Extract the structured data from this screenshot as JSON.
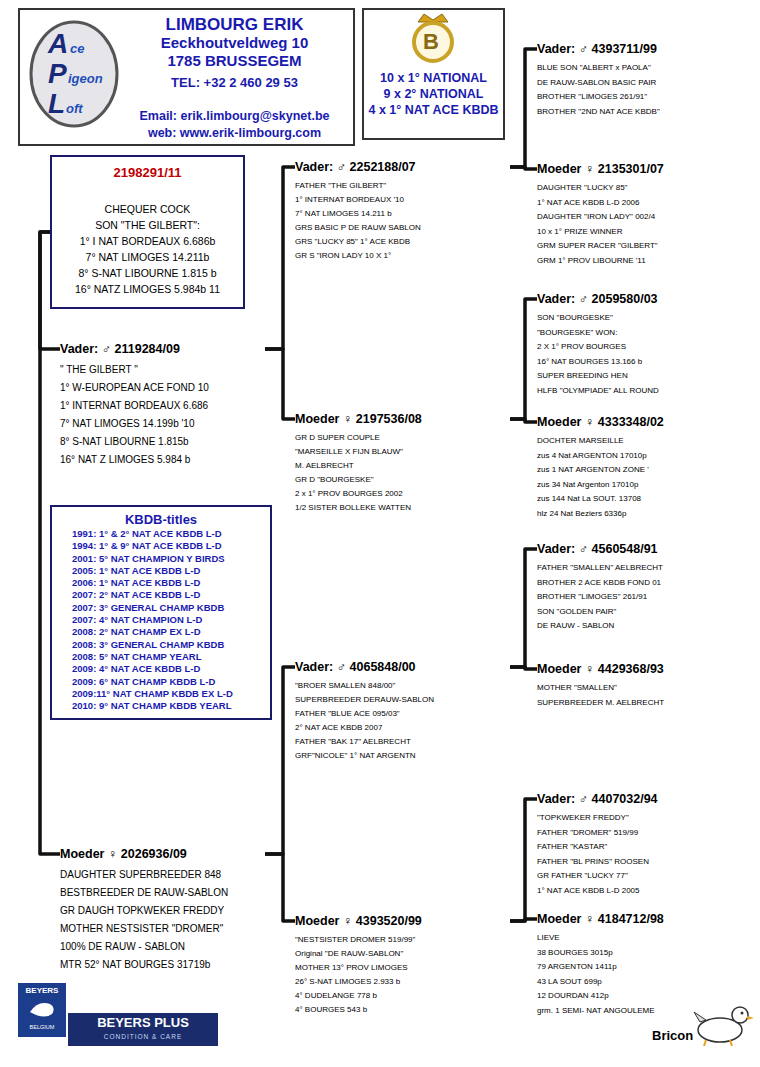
{
  "diagram": {
    "nodes": [
      {
        "text": [
          "LIMBOURG ERIK",
          "Eeckhoutveldweg 10",
          "1785 BRUSSEGEM",
          "TEL: +32 2 460 29 53",
          "Email: erik.limbourg@skynet.be",
          "web: www.erik-limbourg.com"
        ]
      },
      {
        "text": [
          "A",
          "ce",
          "P",
          "igeon",
          "L",
          "oft"
        ],
        "in": 0
      },
      {
        "text": [
          "10 x 1° NATIONAL",
          "9 x 2° NATIONAL",
          "4 x 1° NAT ACE KBDB"
        ]
      },
      {
        "text": [
          "2198291/11",
          "CHEQUER COCK",
          "SON \"THE GILBERT\":",
          "1° I NAT BORDEAUX 6.686b",
          "7° NAT LIMOGES 14.211b",
          "8° S-NAT LIBOURNE 1.815 b",
          "16° NATZ LIMOGES 5.984b 11"
        ]
      },
      {
        "text": [
          "Vader: ♂ 2119284/09",
          "\" THE GILBERT \"",
          "1° W-EUROPEAN ACE FOND 10",
          "1° INTERNAT BORDEAUX 6.686",
          "7° NAT LIMOGES 14.199b '10",
          "8° S-NAT LIBOURNE 1.815b",
          "16° NAT Z LIMOGES 5.984 b"
        ]
      },
      {
        "text": [
          "KBDB-titles",
          "1991: 1° & 2° NAT ACE KBDB L-D",
          "1994: 1° & 9° NAT ACE KBDB L-D",
          "2001: 5° NAT CHAMPION Y BIRDS",
          "2005: 1° NAT ACE KBDB L-D",
          "2006: 1° NAT ACE KBDB L-D",
          "2007: 2° NAT ACE KBDB L-D",
          "2007: 3° GENERAL CHAMP KBDB",
          "2007: 4° NAT CHAMPION L-D",
          "2008: 2° NAT CHAMP EX L-D",
          "2008: 3° GENERAL CHAMP KBDB",
          "2008: 5° NAT CHAMP YEARL",
          "2009: 4° NAT ACE KBDB L-D",
          "2009: 6° NAT CHAMP KBDB L-D",
          "2009:11° NAT CHAMP KBDB EX L-D",
          "2010: 9° NAT CHAMP KBDB YEARL"
        ]
      },
      {
        "text": [
          "Moeder ♀ 2026936/09",
          "DAUGHTER SUPERBREEDER 848",
          "BESTBREEDER DE RAUW-SABLON",
          "GR DAUGH TOPKWEKER FREDDY",
          "MOTHER NESTSISTER \"DROMER\"",
          "100% DE RAUW - SABLON",
          "MTR 52° NAT BOURGES 31719b"
        ]
      },
      {
        "text": [
          "Vader: ♂ 2252188/07",
          "FATHER \"THE GILBERT\"",
          "1° INTERNAT BORDEAUX '10",
          "7° NAT LIMOGES 14.211 b",
          "GRS BASIC P DE RAUW SABLON",
          "GRS \"LUCKY 85\" 1° ACE KBDB",
          "GR S \"IRON LADY 10 X 1°"
        ]
      },
      {
        "text": [
          "Moeder ♀ 2197536/08",
          "GR D SUPER COUPLE",
          "\"MARSEILLE X FIJN BLAUW\"",
          "M. AELBRECHT",
          "GR D \"BOURGESKE\"",
          "2 x 1° PROV BOURGES 2002",
          "1/2 SISTER BOLLEKE WATTEN"
        ]
      },
      {
        "text": [
          "Vader: ♂ 4065848/00",
          "\"BROER SMALLEN 848/00\"",
          "SUPERBREEDER DERAUW-SABLON",
          "FATHER \"BLUE ACE 095/03\"",
          "2° NAT ACE KBDB 2007",
          "FATHER \"BAK 17\" AELBRECHT",
          "GRF\"NICOLE\" 1° NAT ARGENTN"
        ]
      },
      {
        "text": [
          "Moeder ♀ 4393520/99",
          "\"NESTSISTER DROMER 519/99\"",
          "Original \"DE RAUW-SABLON\"",
          "MOTHER 13° PROV LIMOGES",
          "26° S-NAT LIMOGES 2.933 b",
          "4° DUDELANGE 778 b",
          "4° BOURGES 543 b"
        ]
      },
      {
        "text": [
          "Vader: ♂ 4393711/99",
          "BLUE SON \"ALBERT x PAOLA\"",
          "DE RAUW-SABLON BASIC PAIR",
          "BROTHER \"LIMOGES 261/91\"",
          "BROTHER \"2ND NAT ACE KBDB\""
        ]
      },
      {
        "text": [
          "Moeder ♀ 2135301/07",
          "DAUGHTER \"LUCKY 85\"",
          "1° NAT ACE KBDB L-D 2006",
          "DAUGHTER \"IRON LADY\" 002/4",
          "10 x 1° PRIZE WINNER",
          "GRM SUPER RACER \"GILBERT\"",
          "GRM 1° PROV LIBOURNE '11"
        ]
      },
      {
        "text": [
          "Vader: ♂ 2059580/03",
          "SON \"BOURGESKE\"",
          "\"BOURGESKE\" WON:",
          "2 X 1° PROV BOURGES",
          "16° NAT BOURGES 13.166 b",
          "SUPER BREEDING HEN",
          "HLFB \"OLYMPIADE\" ALL ROUND"
        ]
      },
      {
        "text": [
          "Moeder ♀ 4333348/02",
          "DOCHTER MARSEILLE",
          "zus 4 Nat ARGENTON 17010p",
          "zus 1 NAT ARGENTON ZONE '",
          "zus 34 Nat Argenton 17010p",
          "zus 144 Nat La SOUT. 13708",
          "hlz 24 Nat Beziers 6336p"
        ]
      },
      {
        "text": [
          "Vader: ♂ 4560548/91",
          "FATHER \"SMALLEN\" AELBRECHT",
          "BROTHER 2 ACE KBDB FOND 01",
          "BROTHER \"LIMOGES\" 261/91",
          "SON \"GOLDEN PAIR\"",
          "DE RAUW - SABLON"
        ]
      },
      {
        "text": [
          "Moeder ♀ 4429368/93",
          "MOTHER \"SMALLEN\"",
          "SUPERBREEDER M. AELBRECHT"
        ]
      },
      {
        "text": [
          "Vader: ♂ 4407032/94",
          "\"TOPKWEKER FREDDY\"",
          "FATHER \"DROMER\" 519/99",
          "FATHER \"KASTAR\"",
          "FATHER \"BL PRINS\" ROOSEN",
          "GR FATHER \"LUCKY 77\"",
          "1° NAT ACE KBDB L-D 2005"
        ]
      },
      {
        "text": [
          "Moeder ♀ 4184712/98",
          "LIEVE",
          "38 BOURGES 3015p",
          "79 ARGENTON 1411p",
          "43 LA SOUT 699p",
          "12 DOURDAN 412p",
          "grm. 1 SEMI- NAT ANGOULEME"
        ]
      }
    ],
    "edges": [
      {
        "from": 3,
        "to": 4,
        "arrow": "none"
      },
      {
        "from": 3,
        "to": 6,
        "arrow": "none"
      },
      {
        "from": 4,
        "to": 7,
        "arrow": "none"
      },
      {
        "from": 4,
        "to": 8,
        "arrow": "none"
      },
      {
        "from": 6,
        "to": 9,
        "arrow": "none"
      },
      {
        "from": 6,
        "to": 10,
        "arrow": "none"
      },
      {
        "from": 7,
        "to": 11,
        "arrow": "none"
      },
      {
        "from": 7,
        "to": 12,
        "arrow": "none"
      },
      {
        "from": 8,
        "to": 13,
        "arrow": "none"
      },
      {
        "from": 8,
        "to": 14,
        "arrow": "none"
      },
      {
        "from": 9,
        "to": 15,
        "arrow": "none"
      },
      {
        "from": 9,
        "to": 16,
        "arrow": "none"
      },
      {
        "from": 10,
        "to": 17,
        "arrow": "none"
      },
      {
        "from": 10,
        "to": 18,
        "arrow": "none"
      }
    ],
    "labels": [
      "B",
      "BEYERS",
      "BELGIUM",
      "BEYERS PLUS",
      "CONDITION & CARE",
      "Bricon"
    ]
  }
}
